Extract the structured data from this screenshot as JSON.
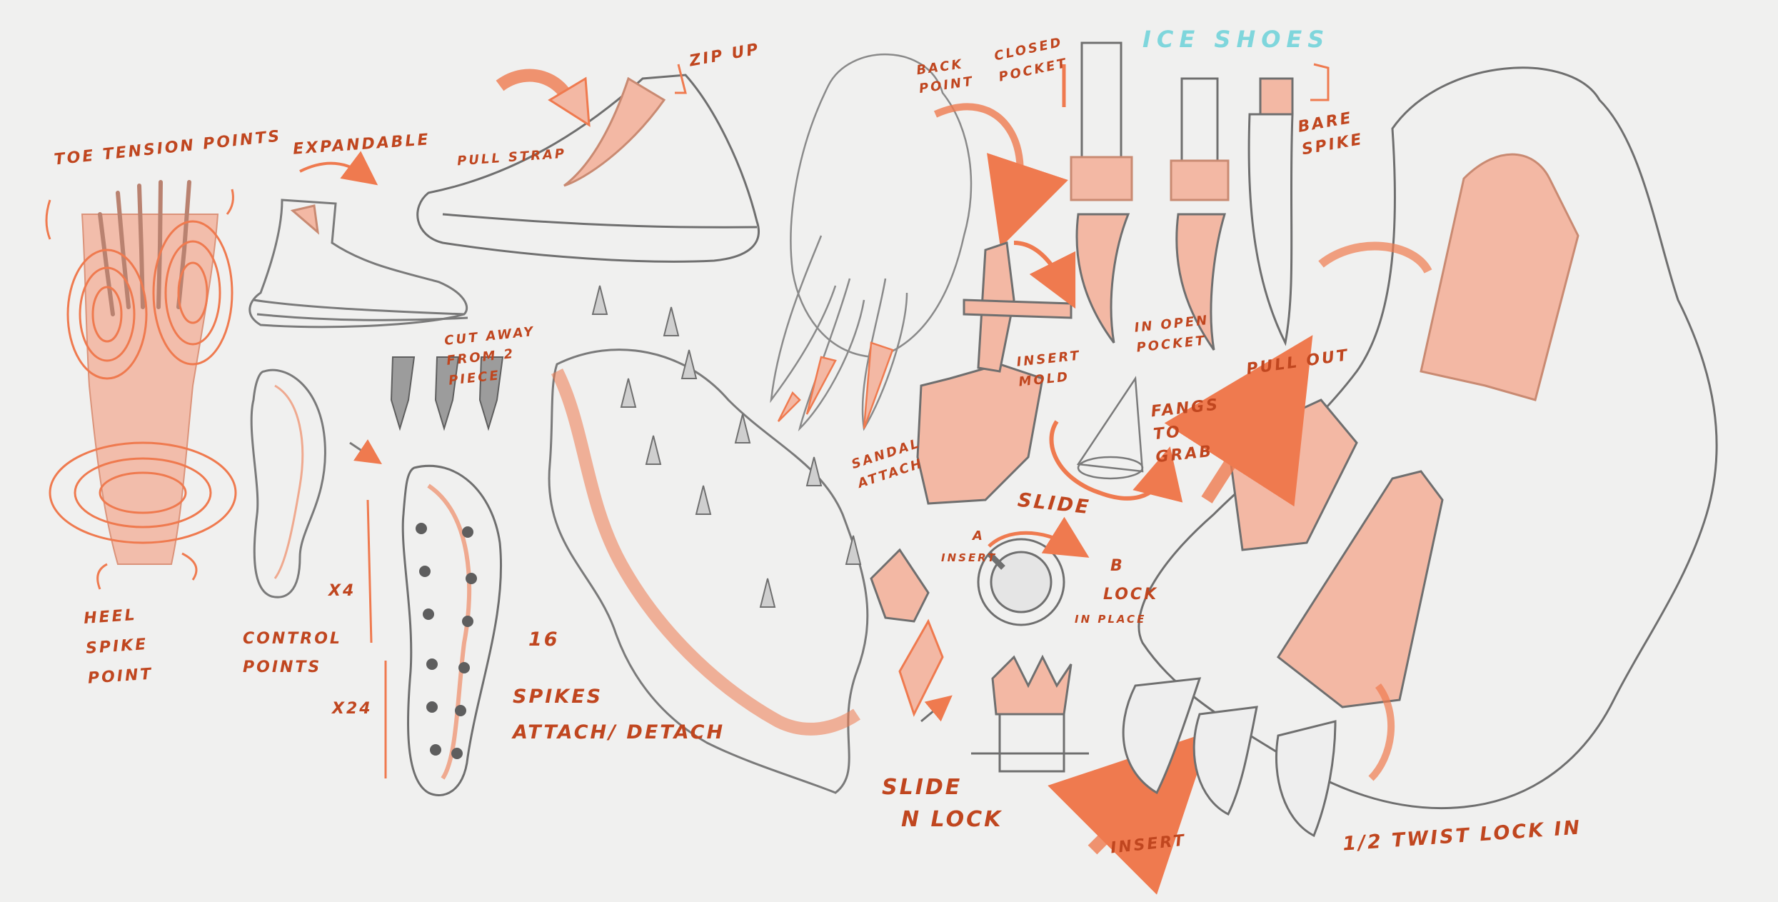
{
  "title": "ICE   SHOES",
  "labels": {
    "toe_tension": "TOE TENSION POINTS",
    "expandable": "EXPANDABLE",
    "pull_strap": "PULL STRAP",
    "zip_up": "ZIP UP",
    "back_point": "BACK POINT",
    "closed_pocket": "CLOSED POCKET",
    "bare_spike": "BARE SPIKE",
    "in_open_pocket": "IN OPEN POCKET",
    "pull_out": "PULL OUT",
    "fangs_to_grab": "FANGS TO GRAB",
    "insert_mold": "INSERT MOLD",
    "sandal_attach": "SANDAL ATTACH",
    "cut_away": "CUT AWAY FROM 2 PIECE",
    "heel_spike": "HEEL SPIKE POINT",
    "control_points": "CONTROL POINTS",
    "x4": "X4",
    "x24": "X24",
    "sixteen": "16",
    "spikes": "SPIKES",
    "attach_detach": "ATTACH/ DETACH",
    "slide": "SLIDE",
    "a": "A",
    "insert_small": "INSERT",
    "b": "B",
    "lock": "LOCK",
    "in_place": "IN PLACE",
    "slide_n_lock_1": "SLIDE",
    "slide_n_lock_2": "N LOCK",
    "insert_big": "INSERT",
    "twist_lock": "1/2 TWIST LOCK IN"
  },
  "colors": {
    "accent": "#ef7a4f",
    "fill": "#f3b8a4",
    "line": "#6f6f6f",
    "annotation": "#c0461f",
    "title": "#7fd6dc",
    "background": "#f0f0ef"
  }
}
